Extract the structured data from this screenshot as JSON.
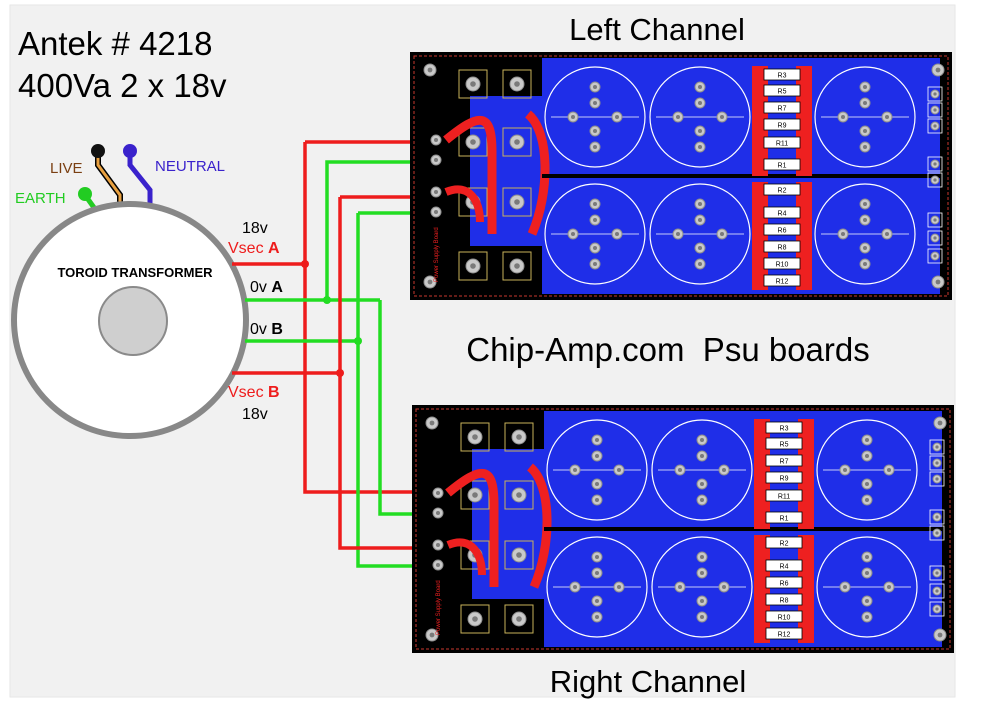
{
  "header": {
    "model_line": "Antek # 4218",
    "rating_line": "400Va 2 x 18v"
  },
  "transformer": {
    "label": "TOROID TRANSFORMER",
    "live_label": "LIVE",
    "neutral_label": "NEUTRAL",
    "earth_label": "EARTH"
  },
  "secondaries": {
    "vsec_a_voltage": "18v",
    "vsec_a_prefix": "Vsec",
    "vsec_a_letter": "A",
    "zero_a_prefix": "0v",
    "zero_a_letter": "A",
    "zero_b_prefix": "0v",
    "zero_b_letter": "B",
    "vsec_b_prefix": "Vsec",
    "vsec_b_letter": "B",
    "vsec_b_voltage": "18v"
  },
  "boards": {
    "left_title": "Left Channel",
    "right_title": "Right Channel",
    "caption": "Chip-Amp.com  Psu boards",
    "resistors_top": [
      "R3",
      "R5",
      "R7",
      "R9",
      "R11",
      "R1"
    ],
    "resistors_bottom": [
      "R2",
      "R4",
      "R6",
      "R8",
      "R10",
      "R12"
    ],
    "board_side_text": "Power Supply Board"
  },
  "colors": {
    "live_wire": "#7a3f12",
    "neutral_wire": "#3a22cc",
    "earth_wire": "#22cc22",
    "red_wire": "#ee1c1c",
    "green_wire": "#22dd22",
    "board_blue": "#1f2ee8",
    "trace_red": "#ee2020",
    "board_black": "#000000"
  }
}
